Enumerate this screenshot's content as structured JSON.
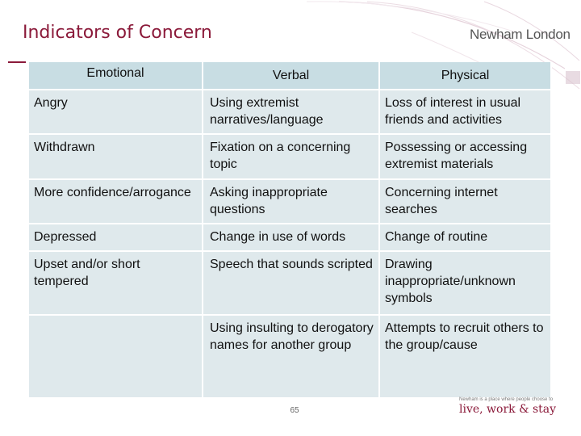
{
  "slide": {
    "title": "Indicators of Concern",
    "page_number": "65"
  },
  "brand": {
    "logo_part1": "Newham",
    "logo_part2": "London",
    "footer_small": "Newham is a place where people choose to",
    "footer_tagline": "live, work & stay"
  },
  "colors": {
    "title": "#8b1a3a",
    "header_fill": "#c8dde3",
    "cell_fill": "#dfe9ec",
    "accent_decoration": "#a05a7a"
  },
  "table": {
    "headers": [
      "Emotional",
      "Verbal",
      "Physical"
    ],
    "rows": [
      [
        "Angry",
        "Using extremist narratives/language",
        "Loss of interest in usual friends and activities"
      ],
      [
        "Withdrawn",
        "Fixation on a concerning topic",
        "Possessing or accessing extremist materials"
      ],
      [
        "More confidence/arrogance",
        "Asking inappropriate questions",
        "Concerning internet searches"
      ],
      [
        "Depressed",
        "Change in use of words",
        "Change of routine"
      ],
      [
        "Upset and/or short tempered",
        "Speech that sounds scripted",
        "Drawing inappropriate/unknown symbols"
      ],
      [
        "",
        "Using insulting to derogatory names for another group",
        "Attempts to recruit others to the group/cause"
      ]
    ]
  }
}
